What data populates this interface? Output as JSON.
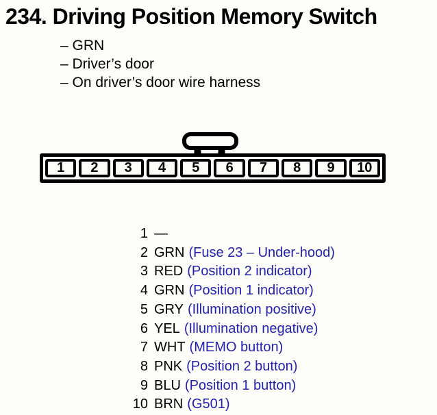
{
  "title": "234. Driving Position Memory Switch",
  "notes": [
    "– GRN",
    "– Driver’s door",
    "– On driver’s door wire harness"
  ],
  "connector": {
    "pins": [
      "1",
      "2",
      "3",
      "4",
      "5",
      "6",
      "7",
      "8",
      "9",
      "10"
    ]
  },
  "pin_list": [
    {
      "pin": "1",
      "wire": "—",
      "desc": ""
    },
    {
      "pin": "2",
      "wire": "GRN",
      "desc": "(Fuse 23 – Under-hood)"
    },
    {
      "pin": "3",
      "wire": "RED",
      "desc": "(Position 2 indicator)"
    },
    {
      "pin": "4",
      "wire": "GRN",
      "desc": "(Position 1 indicator)"
    },
    {
      "pin": "5",
      "wire": "GRY",
      "desc": "(Illumination positive)"
    },
    {
      "pin": "6",
      "wire": "YEL",
      "desc": "(Illumination negative)"
    },
    {
      "pin": "7",
      "wire": "WHT",
      "desc": "(MEMO button)"
    },
    {
      "pin": "8",
      "wire": "PNK",
      "desc": "(Position 2 button)"
    },
    {
      "pin": "9",
      "wire": "BLU",
      "desc": "(Position 1 button)"
    },
    {
      "pin": "10",
      "wire": "BRN",
      "desc": "(G501)"
    }
  ],
  "colors": {
    "text": "#000000",
    "description_blue": "#2222AE",
    "background": "#FDFDFA"
  }
}
